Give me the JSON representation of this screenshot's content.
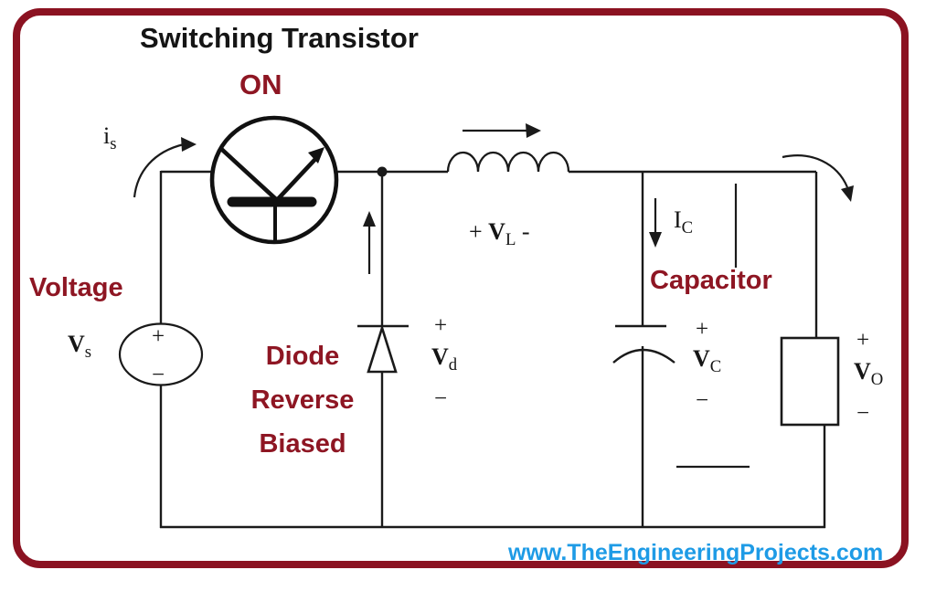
{
  "colors": {
    "frame_border": "#8B1221",
    "accent_maroon": "#8E1623",
    "wire": "#1A1A1A",
    "title_text": "#151515",
    "watermark_blue": "#1E9BE6",
    "background": "#FFFFFF"
  },
  "header": {
    "title": "Switching Transistor",
    "state": "ON"
  },
  "source": {
    "caption": "Voltage",
    "current": {
      "main": "i",
      "sub": "s"
    },
    "voltage": {
      "main": "V",
      "sub": "s"
    },
    "plus": "+",
    "minus": "−"
  },
  "diode": {
    "caption_lines": [
      "Diode",
      "Reverse",
      "Biased"
    ],
    "plus": "+",
    "voltage": {
      "main": "V",
      "sub": "d"
    },
    "minus": "−"
  },
  "inductor": {
    "plus": "+",
    "voltage": {
      "main": "V",
      "sub": "L"
    },
    "minus": "-"
  },
  "capacitor": {
    "caption": "Capacitor",
    "current": {
      "main": "I",
      "sub": "C"
    },
    "plus": "+",
    "voltage": {
      "main": "V",
      "sub": "C"
    },
    "minus": "−"
  },
  "load": {
    "plus": "+",
    "voltage": {
      "main": "V",
      "sub": "O"
    },
    "minus": "−"
  },
  "footer": {
    "watermark": "www.TheEngineeringProjects.com"
  }
}
